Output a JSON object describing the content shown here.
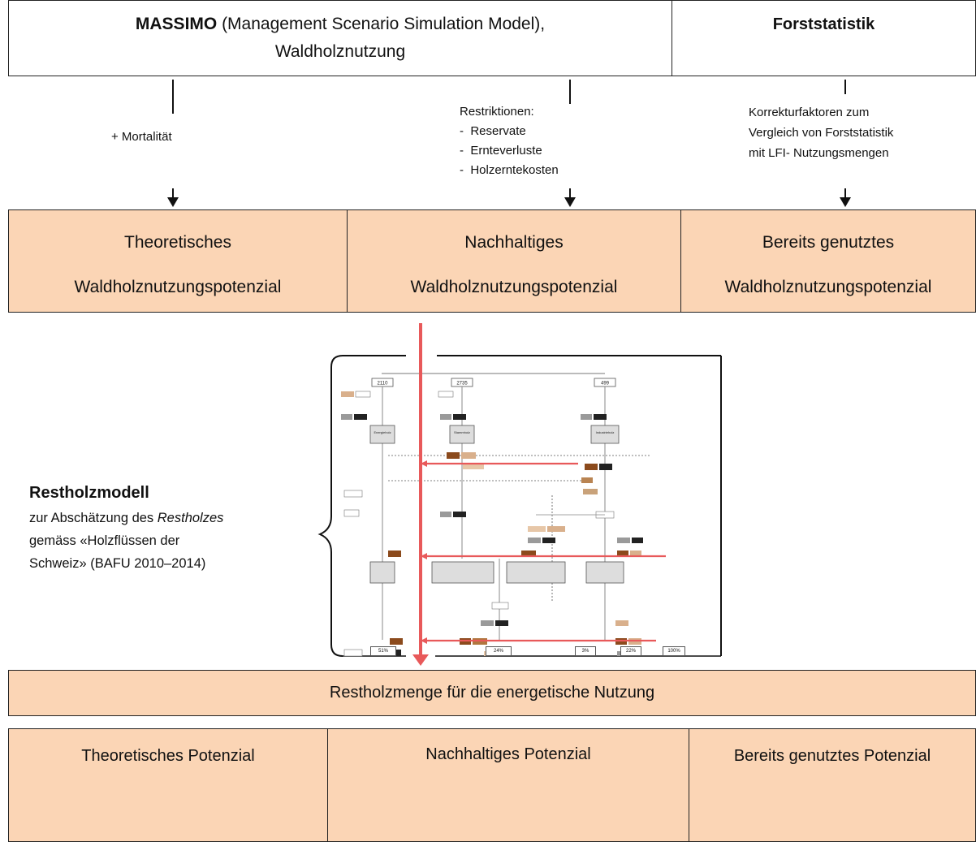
{
  "top": {
    "massimo": {
      "bold": "MASSIMO",
      "rest": " (Management Scenario Simulation Model),",
      "line2": "Waldholznutzung"
    },
    "forst": "Forststatistik"
  },
  "annotations": {
    "mortalitaet": "+ Mortalität",
    "restriktionen_title": "Restriktionen:",
    "restriktionen_items": [
      "Reservate",
      "Ernteverluste",
      "Holzerntekosten"
    ],
    "korrektur": [
      "Korrekturfaktoren zum",
      "Vergleich von Forststatistik",
      "mit LFI- Nutzungsmengen"
    ]
  },
  "potentials": [
    {
      "line1": "Theoretisches",
      "line2": "Waldholznutzungspotenzial"
    },
    {
      "line1": "Nachhaltiges",
      "line2": "Waldholznutzungspotenzial"
    },
    {
      "line1": "Bereits genutztes",
      "line2": "Waldholznutzungspotenzial"
    }
  ],
  "restholz": {
    "title": "Restholzmodell",
    "line1_pre": "zur Abschätzung des ",
    "line1_it": "Restholzes",
    "line2": "gemäss «Holzflüssen der",
    "line3": "Schweiz» (BAFU 2010–2014)"
  },
  "restholzmenge": "Restholzmenge für die energetische Nutzung",
  "bottom": [
    "Theoretisches Potenzial",
    "Nachhaltiges Potenzial",
    "Bereits genutztes Potenzial"
  ],
  "flow": {
    "top_values": [
      "2110",
      "2735",
      "499"
    ],
    "mid_labels": [
      "Energieholz",
      "Stammholz",
      "Industrieholz"
    ],
    "bottom_values": [
      "51%",
      "24%",
      "3%",
      "22%",
      "100%"
    ],
    "colors": {
      "peach": "#fbd5b5",
      "red_arrow": "#e8595a",
      "brown": "#8b4a1c",
      "tan": "#d9b08c",
      "gray": "#9a9a9a",
      "dark": "#222222"
    }
  }
}
